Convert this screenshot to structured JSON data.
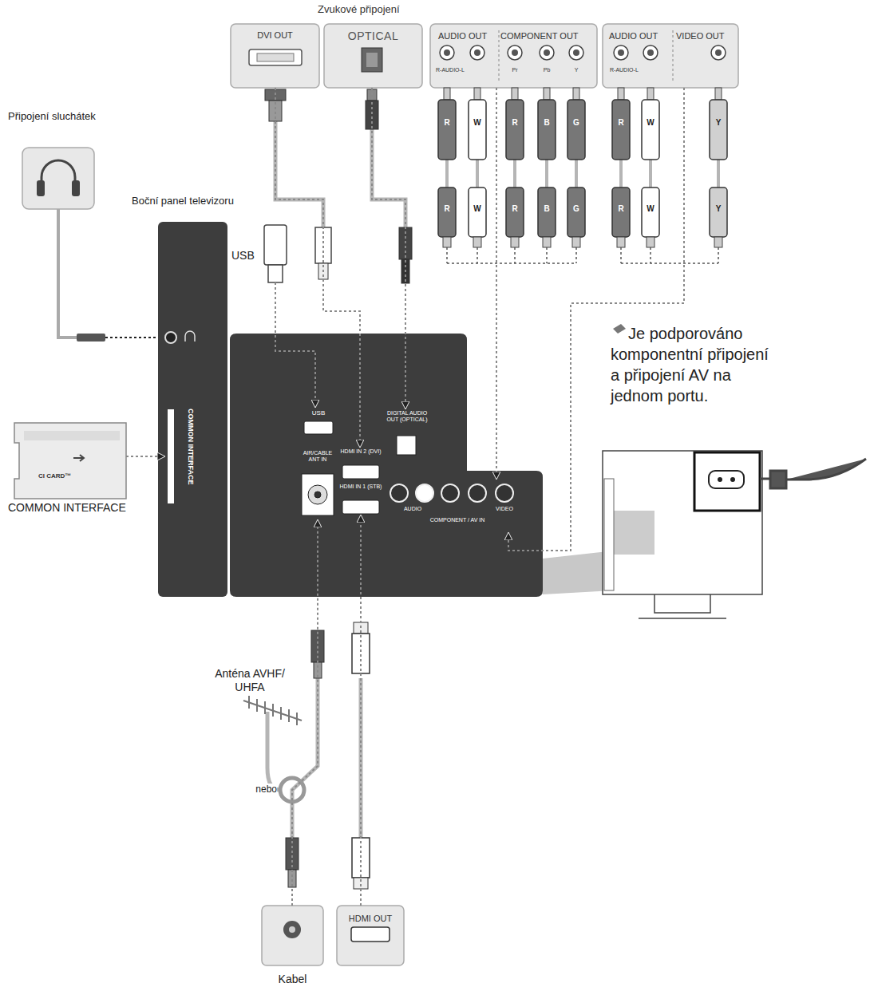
{
  "diagram": {
    "nodes": [
      {
        "text": [
          "DVI OUT"
        ]
      },
      {
        "text": [
          "OPTICAL"
        ]
      },
      {
        "text": [
          "AUDIO OUT",
          "COMPONENT OUT"
        ]
      },
      {
        "text": [
          "AUDIO OUT",
          "VIDEO OUT"
        ]
      },
      {
        "text": [
          "Připojení sluchátek"
        ]
      },
      {
        "text": [
          "Boční panel televizoru"
        ]
      },
      {
        "text": [
          "COMMON INTERFACE"
        ],
        "in": 5
      },
      {
        "text": [
          "CI CARD™",
          "COMMON INTERFACE"
        ]
      },
      {
        "text": [
          "USB"
        ]
      },
      {
        "text": [
          "USB"
        ]
      },
      {
        "text": [
          "DIGITAL AUDIO OUT (OPTICAL)"
        ]
      },
      {
        "text": [
          "AIR/CABLE ANT IN"
        ]
      },
      {
        "text": [
          "HDMI IN 2 (DVI)"
        ]
      },
      {
        "text": [
          "HDMI IN 1 (STB)"
        ]
      },
      {
        "text": [
          "AUDIO",
          "VIDEO",
          "COMPONENT / AV IN"
        ]
      },
      {
        "text": [
          "Kabel"
        ]
      },
      {
        "text": [
          "HDMI OUT"
        ]
      }
    ],
    "edges": [
      {
        "from": 0,
        "to": 12,
        "arrow": "to"
      },
      {
        "from": 1,
        "to": 10,
        "arrow": "to"
      },
      {
        "from": 2,
        "to": 14,
        "arrow": "to"
      },
      {
        "from": 3,
        "to": 14,
        "arrow": "to"
      },
      {
        "from": 15,
        "to": 11,
        "arrow": "to"
      },
      {
        "from": 16,
        "to": 13,
        "arrow": "to"
      },
      {
        "from": 8,
        "to": 9,
        "arrow": "to"
      },
      {
        "from": 7,
        "to": 6,
        "arrow": "to"
      }
    ],
    "labels": [
      "Zvukové připojení",
      "R-AUDIO-L",
      "Pr",
      "Pb",
      "Y",
      "R-AUDIO-L",
      "R",
      "W",
      "R",
      "B",
      "G",
      "R",
      "W",
      "Y",
      "R",
      "W",
      "R",
      "B",
      "G",
      "R",
      "W",
      "Y",
      "Anténa AVHF/ UHFA",
      "nebo",
      "Je podporováno komponentní připojení a připojení AV na jednom portu."
    ]
  }
}
